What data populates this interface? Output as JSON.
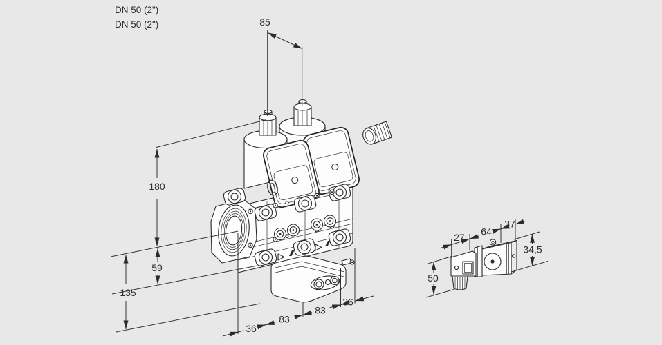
{
  "drawing": {
    "labels": {
      "dn1": "DN 50 (2\")",
      "dn2": "DN 50 (2\")"
    },
    "dims": {
      "top_span": "85",
      "h_upper": "180",
      "h_body": "59",
      "h_lower": "135",
      "chain": [
        "36",
        "83",
        "83",
        "36"
      ]
    },
    "detail": {
      "w_connector": "27",
      "w_coil": "64",
      "w_depth": "37",
      "h_coil": "34,5",
      "h_connector": "50"
    },
    "colors": {
      "background": "#e8e8e8",
      "line": "#2b2b2b",
      "text": "#2e2e2e"
    }
  }
}
